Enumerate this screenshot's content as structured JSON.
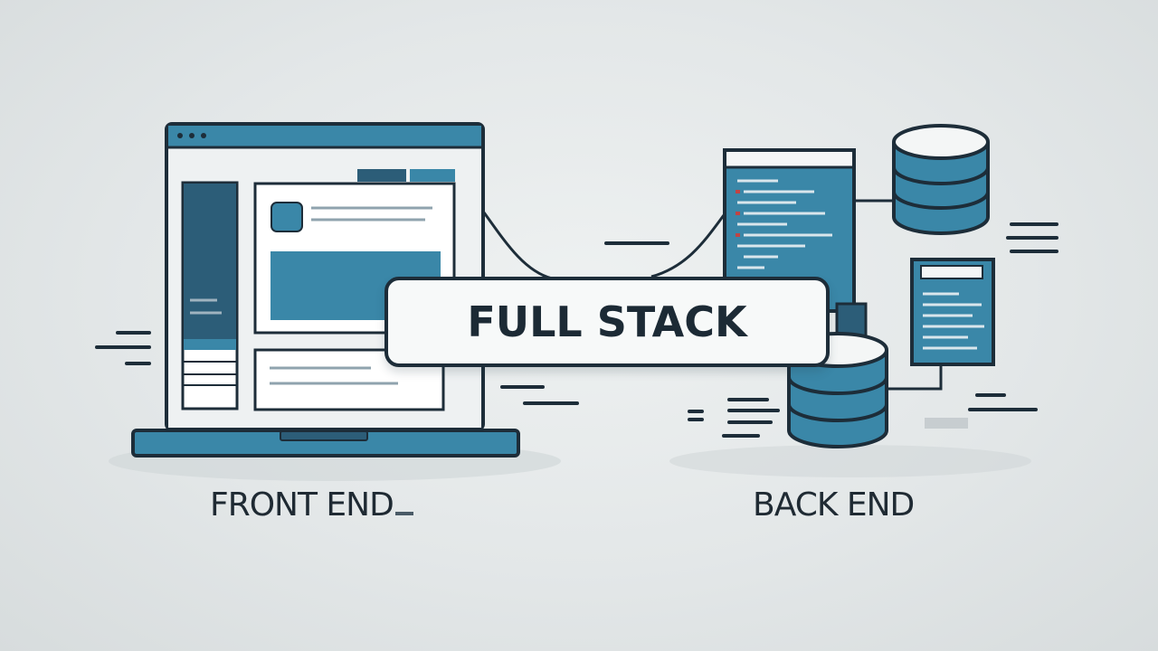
{
  "labels": {
    "center_banner": "FULL STACK",
    "front_end": "FRONT END",
    "back_end": "BACK END"
  },
  "colors": {
    "background": "#e3e7e8",
    "outline": "#1d2d39",
    "teal_primary": "#3a87a8",
    "teal_dark": "#2c5d78",
    "panel_light": "#f4f6f6"
  },
  "icons": [
    "laptop-icon",
    "code-editor-icon",
    "database-icon",
    "server-doc-icon"
  ]
}
